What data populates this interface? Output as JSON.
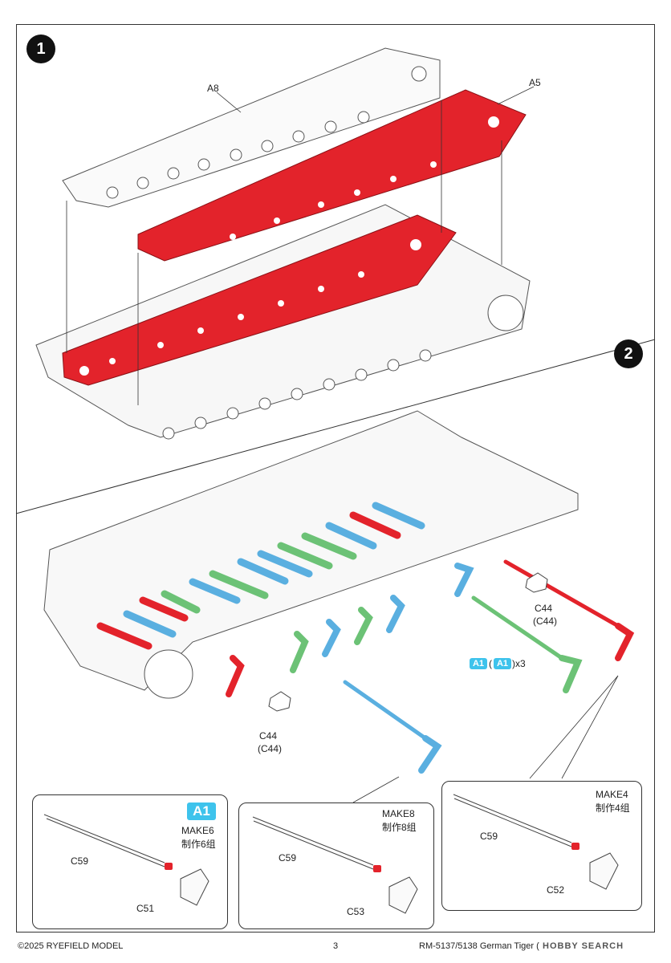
{
  "steps": {
    "step1": "1",
    "step2": "2"
  },
  "labels": {
    "a8": "A8",
    "a5": "A5",
    "c44_left": "C44",
    "c44_left_alt": "(C44)",
    "c44_right": "C44",
    "c44_right_alt": "(C44)",
    "a1_callout_badge": "A1",
    "a1_callout_paren_open": "(",
    "a1_callout_badge2": "A1",
    "a1_callout_suffix": ")x3"
  },
  "insets": [
    {
      "badge": "A1",
      "make": "MAKE6",
      "make_cn": "制作6组",
      "part_rod": "C59",
      "part_crank": "C51"
    },
    {
      "badge": "",
      "make": "MAKE8",
      "make_cn": "制作8组",
      "part_rod": "C59",
      "part_crank": "C53"
    },
    {
      "badge": "",
      "make": "MAKE4",
      "make_cn": "制作4组",
      "part_rod": "C59",
      "part_crank": "C52"
    }
  ],
  "footer": {
    "copyright": "©2025 RYEFIELD MODEL",
    "page": "3",
    "product": "RM-5137/5138 German Tiger (P) Heavy Tank",
    "watermark": "HOBBY SEARCH"
  },
  "colors": {
    "red_part": "#e3232b",
    "blue_part": "#5aafe0",
    "green_part": "#6cc276",
    "badge": "#3ec3ec"
  }
}
